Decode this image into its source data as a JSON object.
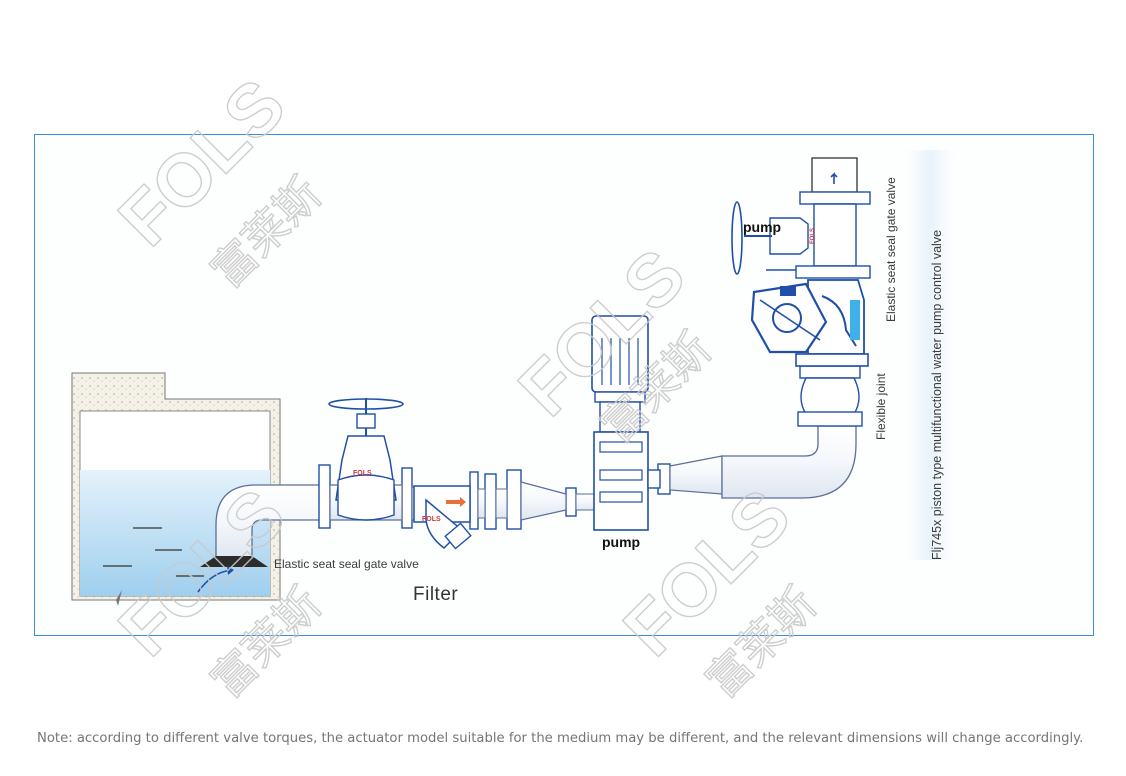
{
  "labels": {
    "pump_top": "pump",
    "pump_bottom": "pump",
    "gate_valve_bottom": "Elastic seat seal gate valve",
    "filter": "Filter",
    "gate_valve_right": "Elastic seat seal gate valve",
    "flexible_joint": "Flexible joint",
    "control_valve": "Flj745x piston type multifunctional water pump control valve"
  },
  "valve_marks": {
    "gate_valve_mark": "FOLS",
    "filter_mark": "FOLS",
    "top_valve_mark": "FOLS"
  },
  "watermark": {
    "brand": "FOLS",
    "chinese": "富莱斯"
  },
  "footer": {
    "note": "Note: according to different valve torques, the actuator model suitable for the medium may be different, and the relevant dimensions will change accordingly."
  },
  "colors": {
    "frame_border": "#3a8fd6",
    "pipe_outline": "#5a6f9a",
    "valve_blue": "#1f4fa8",
    "water": "#bfe0f5",
    "flow_arrow": "#e8703a",
    "footer_text": "#757575"
  }
}
